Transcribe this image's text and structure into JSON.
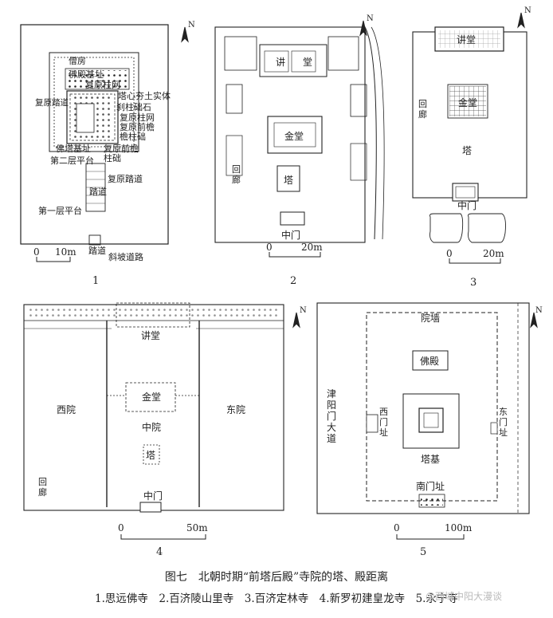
{
  "caption": {
    "title": "图七　北朝时期“前塔后殿”寺院的塔、殿距离",
    "list": "1.思远佛寺　2.百济陵山里寺　3.百济定林寺　4.新罗初建皇龙寺　5.永宁寺"
  },
  "watermark": "@西域中阳大漫谈",
  "north": "N",
  "p1": {
    "labels": [
      "僧房",
      "佛殿基址",
      "复原柱网",
      "塔心夯土实体",
      "刹柱础石",
      "复原柱网",
      "复原踏道",
      "复原前檐",
      "檐柱础",
      "复原前檐",
      "柱础",
      "佛塔基址",
      "第二层平台",
      "复原踏道",
      "踏道",
      "第一层平台",
      "踏道",
      "斜坡道路"
    ],
    "scale": [
      "0",
      "10m"
    ],
    "num": "1"
  },
  "p2": {
    "labels": [
      "讲",
      "堂",
      "金堂",
      "塔",
      "回",
      "廊",
      "中门"
    ],
    "scale": [
      "0",
      "20m"
    ],
    "num": "2"
  },
  "p3": {
    "labels": [
      "讲堂",
      "金堂",
      "回",
      "廊",
      "塔",
      "中门"
    ],
    "scale": [
      "0",
      "20m"
    ],
    "num": "3"
  },
  "p4": {
    "labels": [
      "讲堂",
      "金堂",
      "中院",
      "塔",
      "西院",
      "东院",
      "回",
      "廊",
      "中门"
    ],
    "scale": [
      "0",
      "50m"
    ],
    "num": "4"
  },
  "p5": {
    "labels": [
      "院墙",
      "佛殿",
      "津",
      "阳",
      "门",
      "大",
      "道",
      "西",
      "门",
      "址",
      "东",
      "门",
      "址",
      "塔基",
      "南门址"
    ],
    "scale": [
      "0",
      "100m"
    ],
    "num": "5"
  }
}
